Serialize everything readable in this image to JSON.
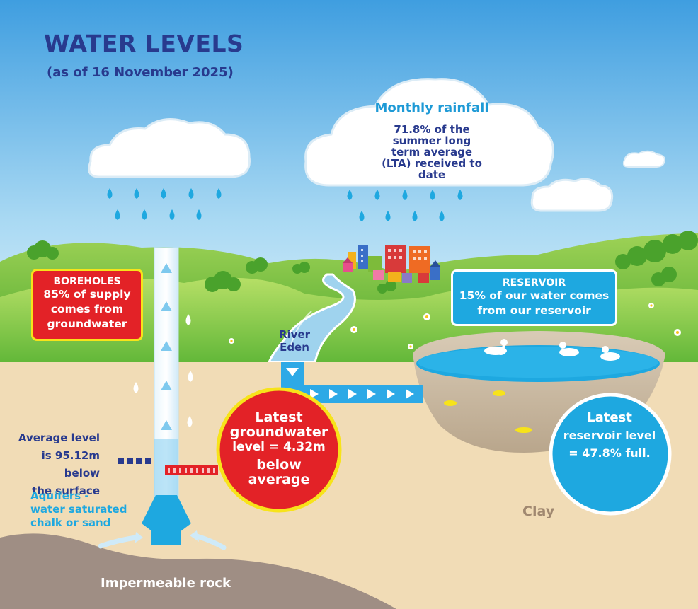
{
  "header": {
    "title": "WATER LEVELS",
    "subtitle": "(as of 16 November 2025)"
  },
  "rainfall": {
    "heading": "Monthly rainfall",
    "value_line": "71.8% of the",
    "lines": [
      "summer long",
      "term average",
      "(LTA) received to",
      "date"
    ]
  },
  "boreholes": {
    "heading": "BOREHOLES",
    "lines": [
      "85% of supply",
      "comes from",
      "groundwater"
    ]
  },
  "reservoir": {
    "heading": "RESERVOIR",
    "lines": [
      "15% of our water comes",
      "from our reservoir"
    ]
  },
  "river": {
    "lines": [
      "River",
      "Eden"
    ]
  },
  "groundwater_level": {
    "line1": "Latest",
    "line2": "groundwater",
    "line3": "level = 4.32m",
    "line4": "below",
    "line5": "average"
  },
  "reservoir_level": {
    "line1": "Latest",
    "line2": "reservoir level",
    "line3": "= 47.8% full."
  },
  "average_level": {
    "lines": [
      "Average level",
      "is 95.12m below",
      "the surface"
    ]
  },
  "aquifers": {
    "lines": [
      "Aquifers -",
      "water saturated",
      "chalk or sand"
    ]
  },
  "labels": {
    "clay": "Clay",
    "rock": "Impermeable rock"
  },
  "metrics": {
    "rainfall_percent_of_lta": 71.8,
    "borehole_supply_percent": 85,
    "reservoir_supply_percent": 15,
    "groundwater_below_average_m": 4.32,
    "average_depth_below_surface_m": 95.12,
    "reservoir_fill_percent": 47.8
  },
  "colors": {
    "sky_top": "#3f9ee0",
    "sky_bottom": "#d2ecf8",
    "grass": "#6cc33b",
    "sand": "#f1dcb6",
    "rock": "#9f8e84",
    "water": "#1ea8e0",
    "red": "#e32227",
    "yellow": "#f7e31a",
    "navy": "#283a8e"
  }
}
